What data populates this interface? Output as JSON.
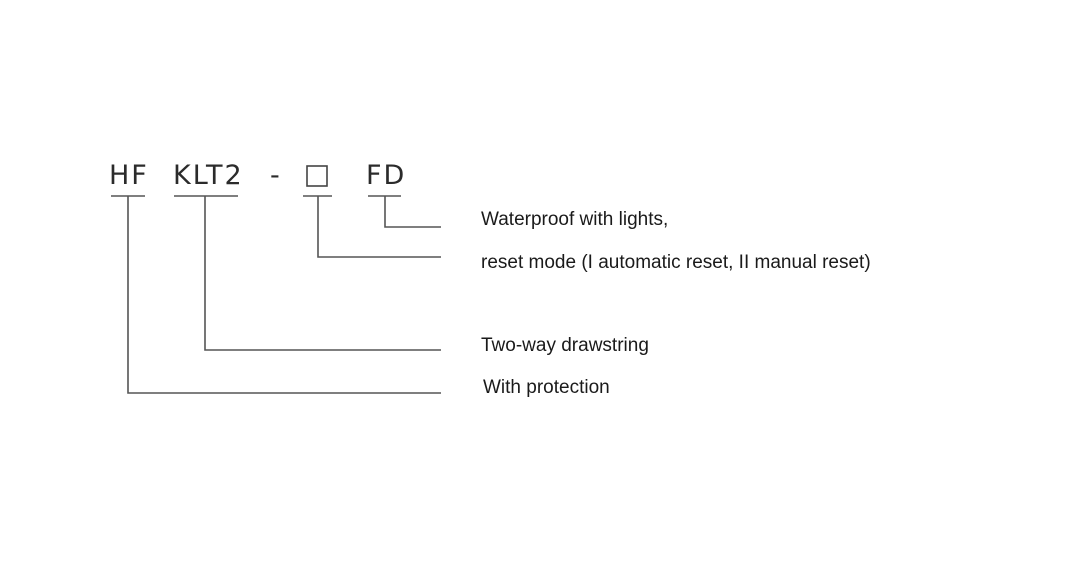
{
  "model_code": {
    "part1": "HF",
    "part2": "KLT2",
    "separator": "-",
    "placeholder_symbol": "□",
    "part4": "FD"
  },
  "descriptions": {
    "fd": "Waterproof with lights,",
    "reset": "reset mode  (I automatic reset, II manual reset)",
    "klt2": "Two-way drawstring",
    "hf": "With protection"
  }
}
